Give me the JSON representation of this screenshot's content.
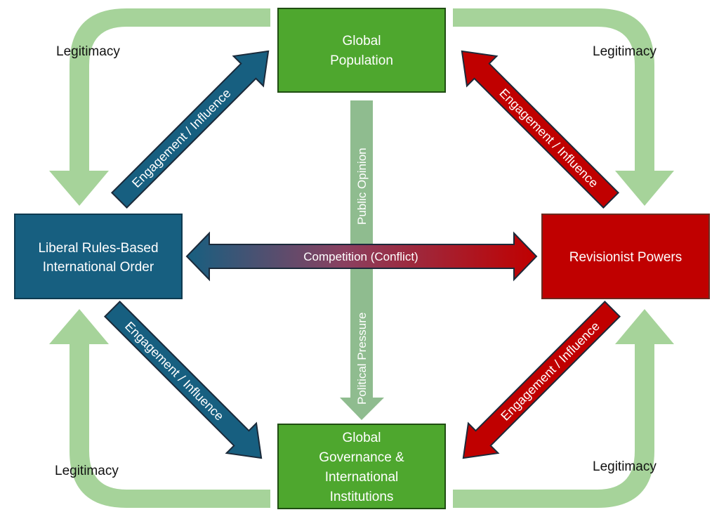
{
  "colors": {
    "blue": "#175f80",
    "blue_border": "#0e3a50",
    "red": "#c00000",
    "red_border": "#6b2a20",
    "green_box": "#4ea72e",
    "green_box_border": "#1f4d12",
    "legitimacy_arrow": "#a6d39a",
    "opinion_arrow": "#8fbc8f",
    "outline": "#1b2a3a"
  },
  "nodes": {
    "global_population": {
      "lines": [
        "Global",
        "Population"
      ]
    },
    "liberal_order": {
      "lines": [
        "Liberal Rules-Based",
        "International Order"
      ]
    },
    "revisionist_powers": {
      "lines": [
        "Revisionist Powers"
      ]
    },
    "global_governance": {
      "lines": [
        "Global",
        "Governance &",
        "International",
        "Institutions"
      ]
    }
  },
  "edges": {
    "liberal_to_population": "Engagement / Influence",
    "revisionist_to_population": "Engagement / Influence",
    "liberal_to_governance": "Engagement / Influence",
    "revisionist_to_governance": "Engagement / Influence",
    "competition": "Competition (Conflict)",
    "public_opinion": "Public Opinion",
    "political_pressure": "Political Pressure",
    "legitimacy_top_left": "Legitimacy",
    "legitimacy_top_right": "Legitimacy",
    "legitimacy_bottom_left": "Legitimacy",
    "legitimacy_bottom_right": "Legitimacy"
  }
}
